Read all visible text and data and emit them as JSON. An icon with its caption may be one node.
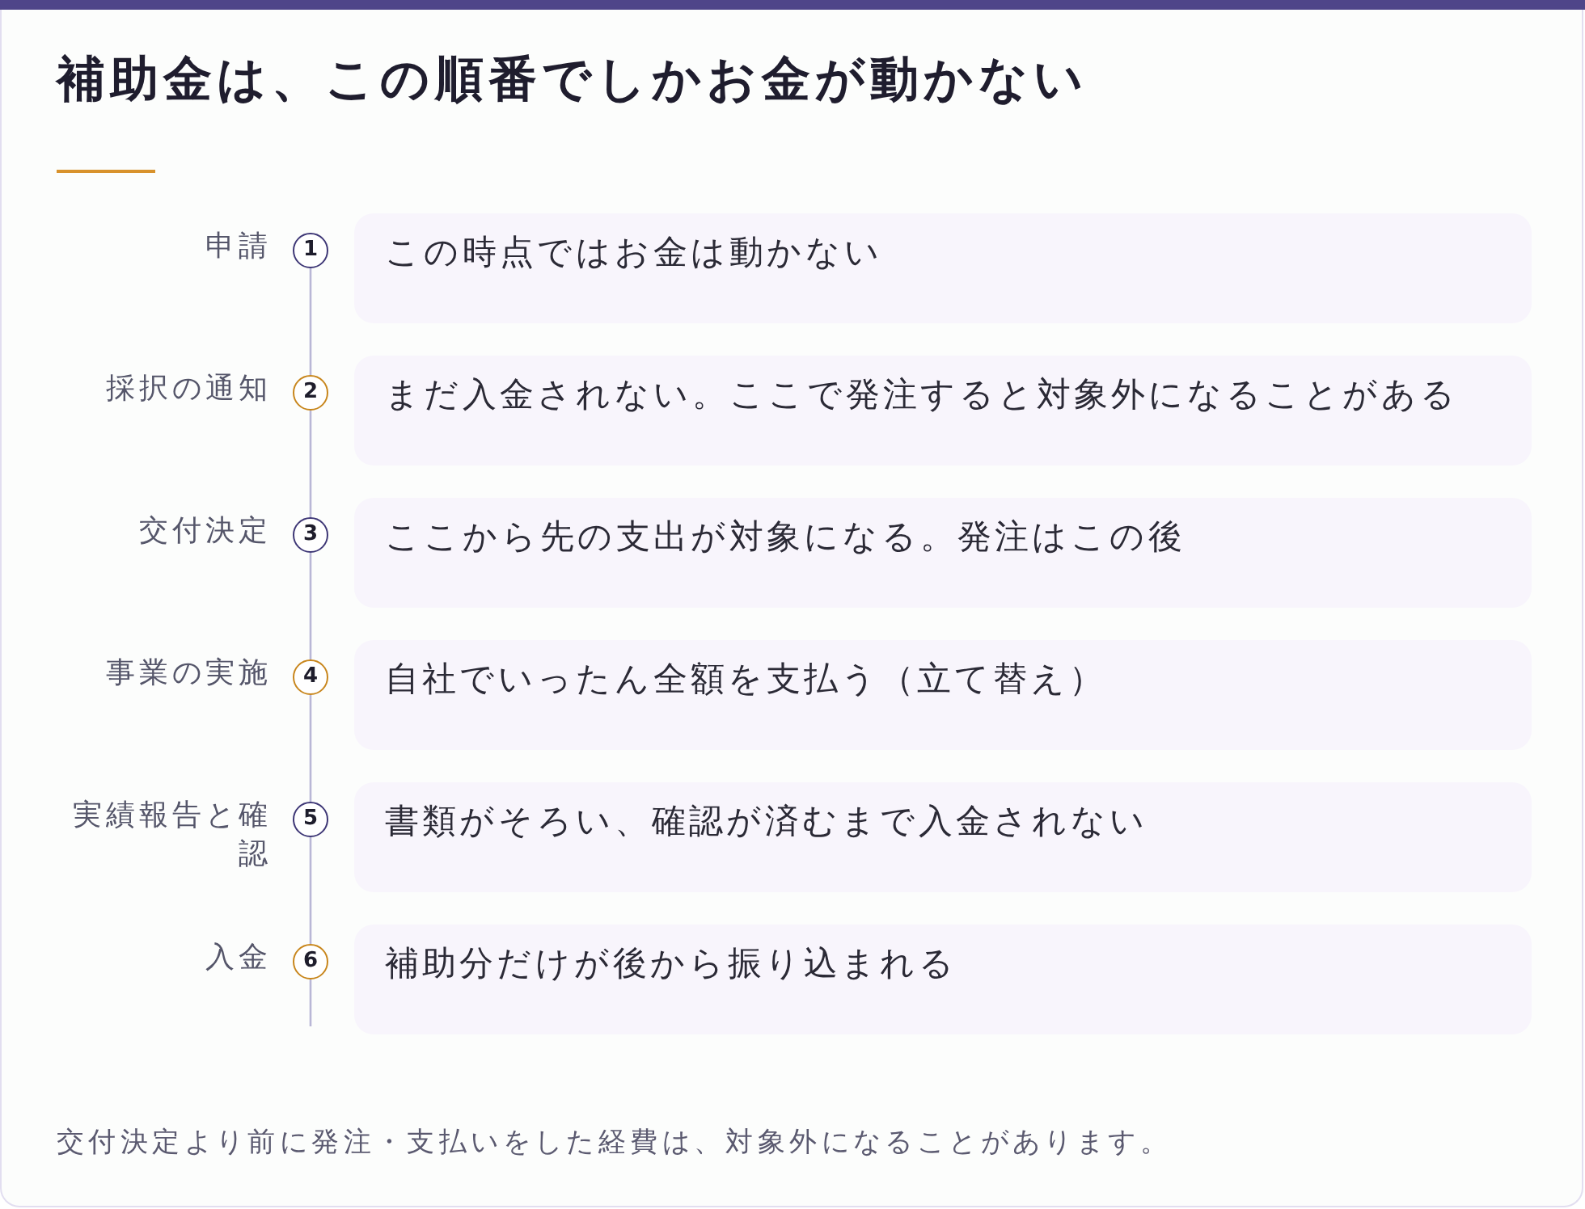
{
  "diagram": {
    "title": "補助金は、この順番でしかお金が動かない",
    "nodes": [
      {
        "text": [
          "1"
        ],
        "beside": [
          "申請"
        ]
      },
      {
        "text": [
          "この時点ではお金は動かない"
        ]
      },
      {
        "text": [
          "2"
        ],
        "beside": [
          "採択の通知"
        ]
      },
      {
        "text": [
          "まだ入金されない。ここで発注すると対象外になることがある"
        ]
      },
      {
        "text": [
          "3"
        ],
        "beside": [
          "交付決定"
        ]
      },
      {
        "text": [
          "ここから先の支出が対象になる。発注はこの後"
        ]
      },
      {
        "text": [
          "4"
        ],
        "beside": [
          "事業の実施"
        ]
      },
      {
        "text": [
          "自社でいったん全額を支払う（立て替え）"
        ]
      },
      {
        "text": [
          "5"
        ],
        "beside": [
          "実績報告と確認"
        ]
      },
      {
        "text": [
          "書類がそろい、確認が済むまで入金されない"
        ]
      },
      {
        "text": [
          "6"
        ],
        "beside": [
          "入金"
        ]
      },
      {
        "text": [
          "補助分だけが後から振り込まれる"
        ]
      }
    ],
    "edges": [
      {
        "from": 0,
        "to": 2,
        "arrow": "none"
      },
      {
        "from": 2,
        "to": 4,
        "arrow": "none"
      },
      {
        "from": 4,
        "to": 6,
        "arrow": "none"
      },
      {
        "from": 6,
        "to": 8,
        "arrow": "none"
      },
      {
        "from": 8,
        "to": 10,
        "arrow": "none"
      },
      {
        "from": 10,
        "to": null,
        "arrow": "none"
      }
    ],
    "caption": "交付決定より前に発注・支払いをした経費は、対象外になることがあります。"
  }
}
